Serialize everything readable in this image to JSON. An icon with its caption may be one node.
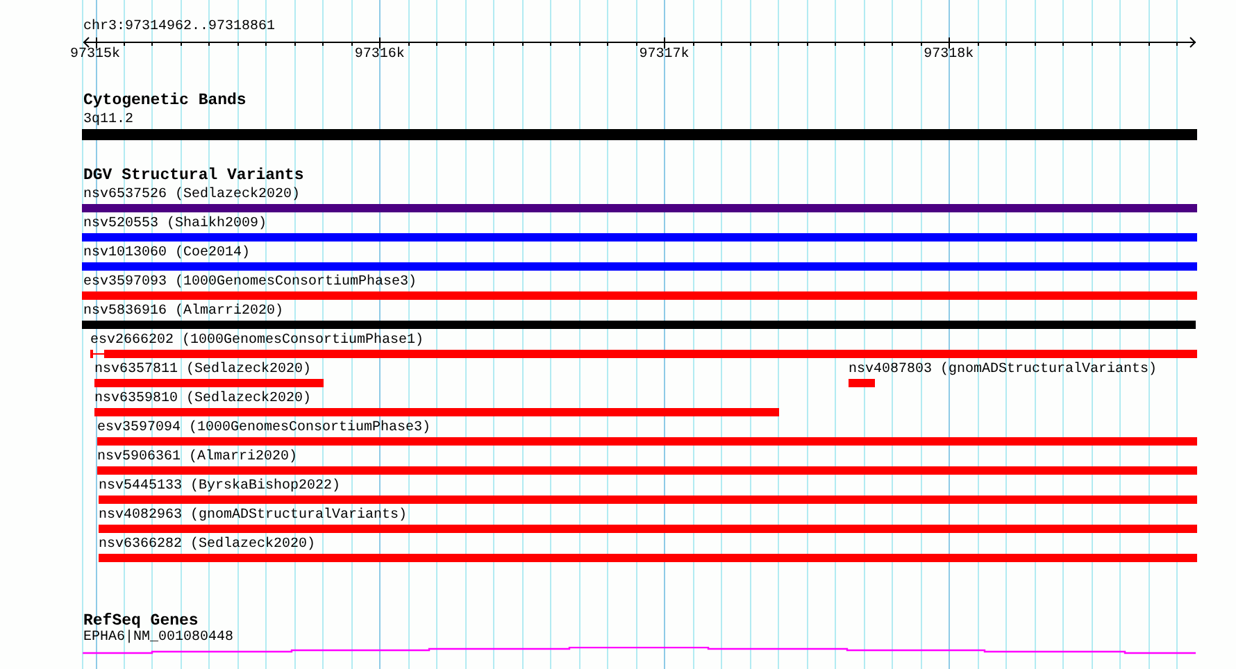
{
  "diagram": {
    "nodes": [
      {
        "text": [
          "3q11.2"
        ]
      },
      {
        "text": [
          "nsv6537526 (Sedlazeck2020)"
        ]
      },
      {
        "text": [
          "nsv520553 (Shaikh2009)"
        ]
      },
      {
        "text": [
          "nsv1013060 (Coe2014)"
        ]
      },
      {
        "text": [
          "esv3597093 (1000GenomesConsortiumPhase3)"
        ]
      },
      {
        "text": [
          "nsv5836916 (Almarri2020)"
        ]
      },
      {
        "text": [
          "esv2666202 (1000GenomesConsortiumPhase1)"
        ]
      },
      {
        "text": [
          "nsv6357811 (Sedlazeck2020)"
        ]
      },
      {
        "text": [
          "nsv4087803 (gnomADStructuralVariants)"
        ]
      },
      {
        "text": [
          "nsv6359810 (Sedlazeck2020)"
        ]
      },
      {
        "text": [
          "esv3597094 (1000GenomesConsortiumPhase3)"
        ]
      },
      {
        "text": [
          "nsv5906361 (Almarri2020)"
        ]
      },
      {
        "text": [
          "nsv5445133 (ByrskaBishop2022)"
        ]
      },
      {
        "text": [
          "nsv4082963 (gnomADStructuralVariants)"
        ]
      },
      {
        "text": [
          "nsv6366282 (Sedlazeck2020)"
        ]
      },
      {
        "text": [
          "EPHA6|NM_001080448"
        ]
      }
    ],
    "labels": [
      "chr3:97314962..97318861",
      "97315k",
      "97316k",
      "97317k",
      "97318k",
      "Cytogenetic Bands",
      "DGV Structural Variants",
      "RefSeq Genes"
    ]
  }
}
